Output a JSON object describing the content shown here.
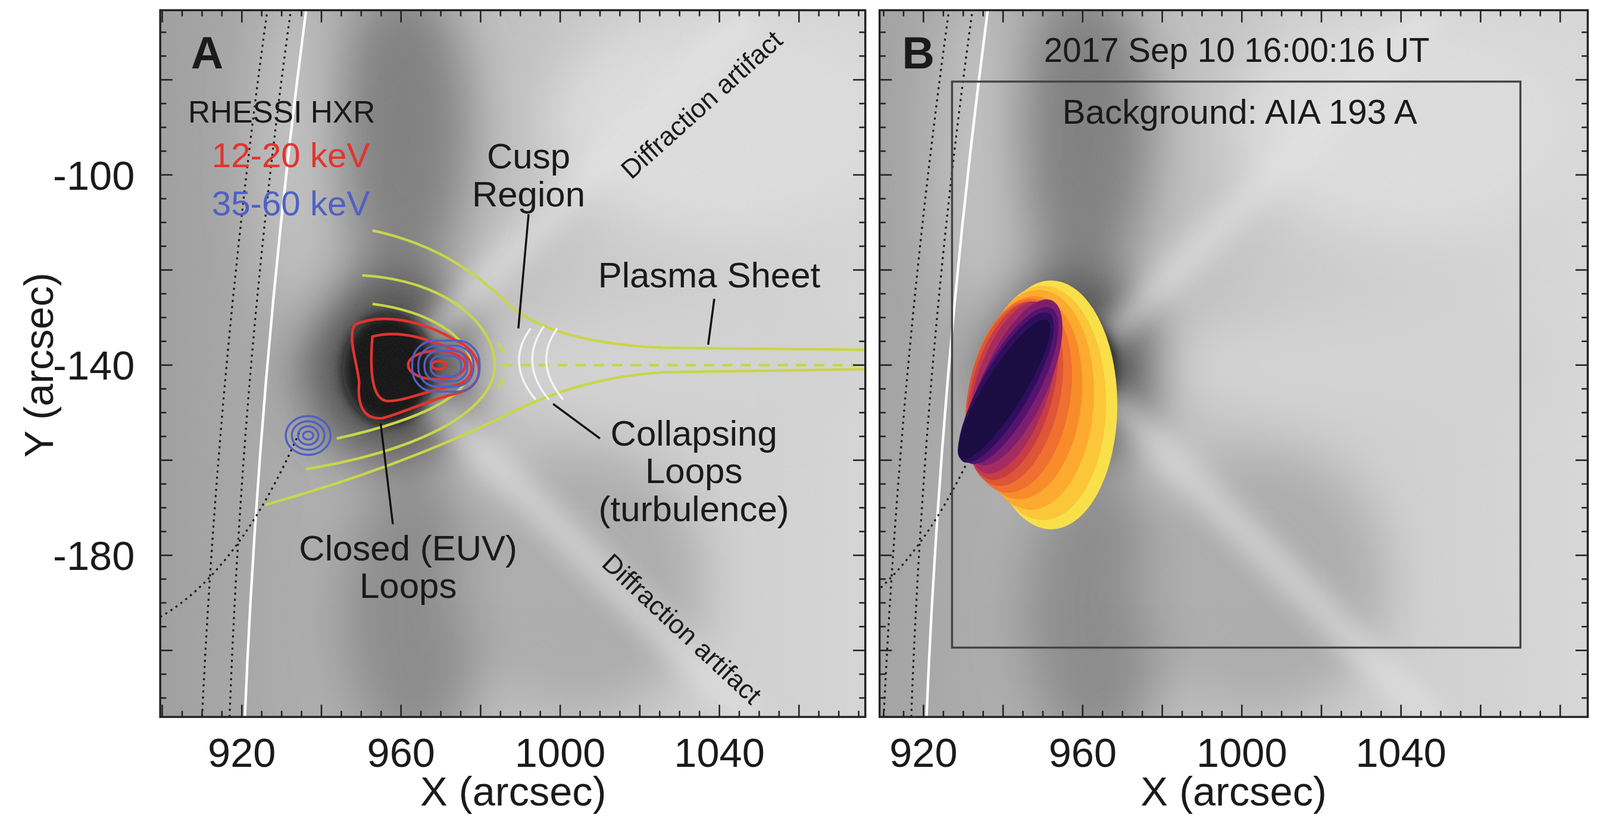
{
  "diagram": {
    "labels": [
      "A",
      "RHESSI HXR",
      "-100",
      "Cusp Region",
      "Diffraction artifact",
      "Plasma Sheet",
      "-140",
      "Collapsing Loops (turbulence)",
      "Closed (EUV) Loops",
      "-180",
      "Diffraction artifact",
      "920",
      "960",
      "1000",
      "1040",
      "Y (arcsec)",
      "X (arcsec)",
      "B",
      "2017 Sep 10 16:00:16 UT",
      "Background: AIA 193 A",
      "920",
      "960",
      "1000",
      "1040",
      "X (arcsec)"
    ],
    "legend": [
      {
        "text": "12-20 keV",
        "color": "#e3342f"
      },
      {
        "text": "35-60 keV",
        "color": "#5060c4"
      }
    ]
  }
}
